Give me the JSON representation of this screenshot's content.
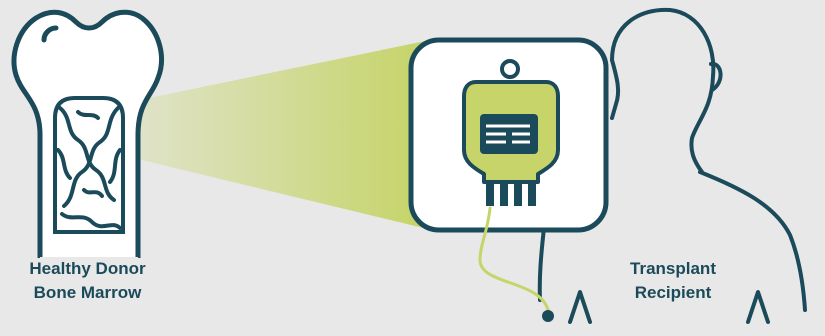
{
  "labels": {
    "donor": [
      "Healthy Donor",
      "Bone Marrow"
    ],
    "recipient": [
      "Transplant",
      "Recipient"
    ]
  },
  "icons": [
    "bone-marrow-icon",
    "donor-bag-icon",
    "recipient-silhouette-icon",
    "iv-line-icon"
  ],
  "colors": {
    "background": "#e8e8e8",
    "outline": "#1b4a5a",
    "accent_green": "#c6d46a",
    "bag_fill": "#c6d46a",
    "box_fill": "#ffffff"
  }
}
